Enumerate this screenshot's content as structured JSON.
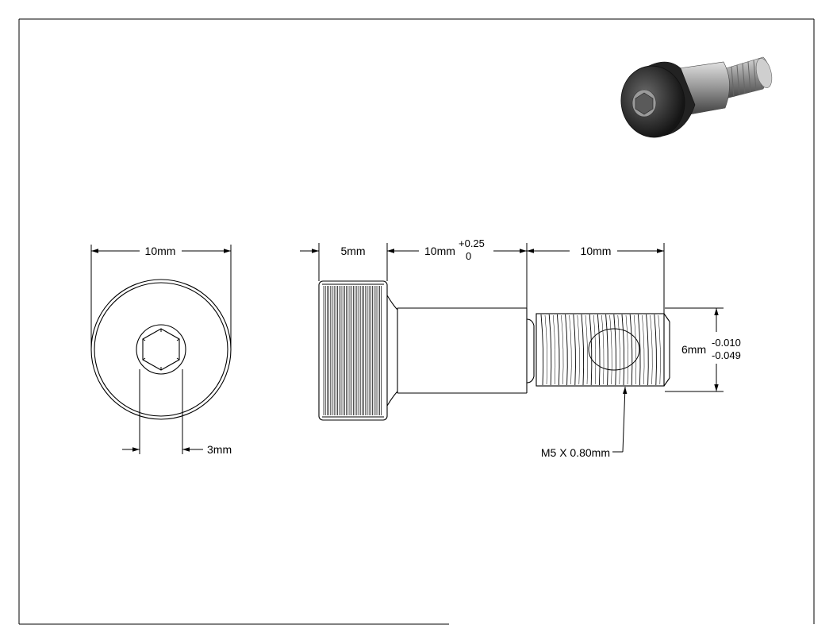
{
  "drawing": {
    "front_view": {
      "head_diameter": "10mm",
      "hex_socket": "3mm"
    },
    "side_view": {
      "head_length": "5mm",
      "shoulder_length": "10mm",
      "shoulder_tol_upper": "+0.25",
      "shoulder_tol_lower": "0",
      "thread_length": "10mm",
      "shoulder_diameter": "6mm",
      "diameter_tol_upper": "-0.010",
      "diameter_tol_lower": "-0.049",
      "thread_callout": "M5 X 0.80mm"
    }
  }
}
